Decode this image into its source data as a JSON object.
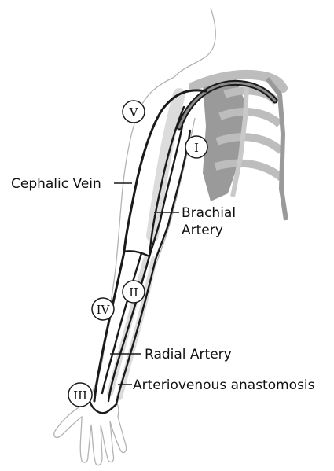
{
  "labels": {
    "cephalic_vein": "Cephalic Vein",
    "brachial_artery_1": "Brachial",
    "brachial_artery_2": "Artery",
    "radial_artery": "Radial Artery",
    "av_anastomosis": "Arteriovenous anastomosis"
  },
  "markers": {
    "i": "I",
    "ii": "II",
    "iii": "III",
    "iv": "IV",
    "v": "V"
  },
  "colors": {
    "outline": "#b3b3b3",
    "bone": "#bdbdbd",
    "bone_dark": "#9a9a9a",
    "vessel": "#1a1a1a",
    "artery_light": "#d9d9d9"
  }
}
